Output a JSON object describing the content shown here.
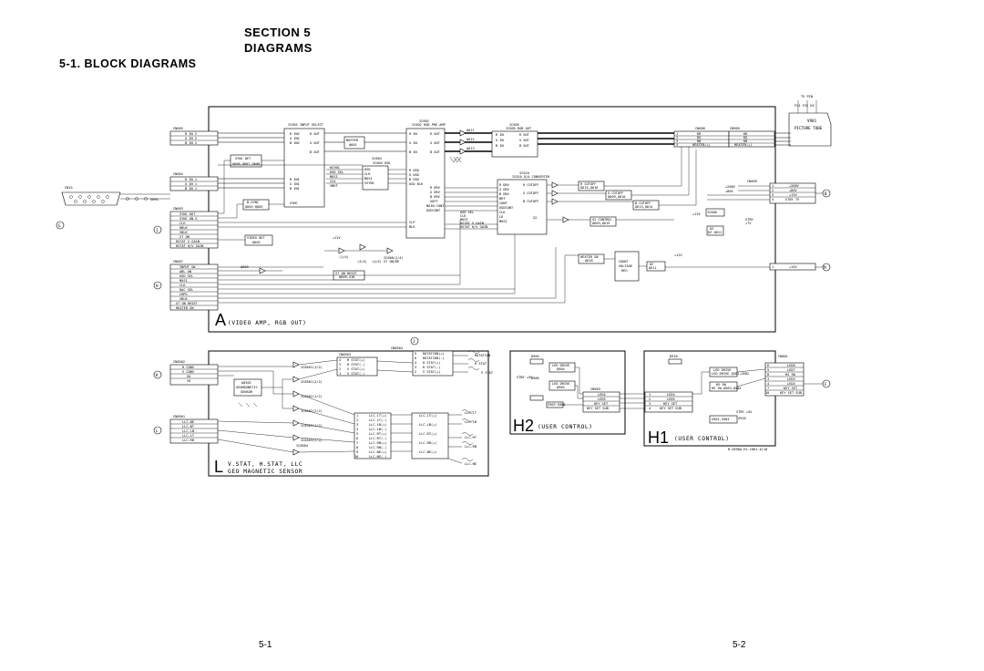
{
  "header": {
    "section": "SECTION  5",
    "title": "DIAGRAMS",
    "subtitle": "5-1.  BLOCK  DIAGRAMS"
  },
  "pages": {
    "left": "5-1",
    "right": "5-2"
  },
  "board_a": {
    "label": "A",
    "caption": "(VIDEO AMP, RGB OUT)",
    "connector_cn": "CN605",
    "cn_labels": [
      "R IN 2",
      "G IN 2",
      "B IN 2"
    ],
    "cn604_labels": [
      "R IN 1",
      "G IN 1",
      "B IN 1"
    ],
    "cn603_labels": [
      "SYNC OUT",
      "SYNC ON G",
      "CLK",
      "HBLK",
      "VBLK",
      "XT ON",
      "HSTAT V GAIN",
      "HSTAT H/V GAIN"
    ],
    "cn607_labels": [
      "INPUT SW",
      "ABL ON",
      "OSD SEL",
      "MOSI",
      "CLK",
      "DAC SEL",
      "LMPS",
      "VBLK",
      "XT ON RESET",
      "HEATER SW"
    ],
    "input_select": "IC601 INPUT SELECT",
    "rgb_preamp": "IC602 RGB PRE AMP",
    "rgb_out": "IC605 RGB OUT",
    "da_converter": "IC610 D/A CONVERTER",
    "sync_det": "SYNC DET Q606,Q607,Q608",
    "video_out": "VIDEO OUT Q602",
    "buffer": "BUFFER Q601",
    "osd": "IC604 OSD",
    "xt_on_reset": "XT ON RESET Q609,610",
    "b_sync": "B,SYNC Q601~Q603",
    "cutoff_r": "R CUTOFF Q615,Q616",
    "cutoff_g": "G CUTOFF Q609,Q610",
    "cutoff_b": "B CUTOFF Q613,Q614",
    "g2_control": "G2 CONTROL Q603,Q619",
    "heater_sw": "HEATER SW Q618",
    "const_volt_reg": "CONST VOLTAGE REG",
    "dz": "DZ Q611",
    "v_tube": "V901",
    "v_tube_name": "PICTURE TUBE",
    "tv_pin": "TV PIN",
    "hv_regs": [
      "+200V",
      "+80V",
      "+15V",
      "STBY 7V"
    ],
    "m_conn": "+15V",
    "cn_b_labels": [
      "KR",
      "KG",
      "KB",
      "HEATER(+)"
    ],
    "cn_b_pins": [
      "1",
      "2",
      "3",
      "4"
    ],
    "letters": [
      "G",
      "I",
      "H",
      "B",
      "M"
    ]
  },
  "board_l": {
    "label": "L",
    "caption": "V.STAT, H.STAT, LLC",
    "caption2": "GEO MAGNETIC SENSOR",
    "cn_top_labels": [
      "H CONV",
      "V CONV",
      "XO",
      "YO"
    ],
    "cn_bot_labels": [
      "LLC-NE",
      "LLC-NT",
      "LLC-LB",
      "LLC-LT",
      "LLC-RB"
    ],
    "sensor": "Q8501 GEOMAGNETIC SENSOR",
    "out_labels": [
      "ROTATION",
      "H STAT",
      "V STAT",
      "LLC-LT",
      "LLC-LB",
      "LLC-RT",
      "LLC-RB",
      "LLC-NE"
    ],
    "letters": [
      "J",
      "K",
      "L"
    ]
  },
  "board_h2": {
    "label": "H2",
    "caption": "(USER CONTROL)",
    "led1": "LED DRIVE Q904",
    "led2": "LED DRIVE Q905",
    "cn_labels": [
      "LED4",
      "LED5",
      "KEY SET",
      "KEY SET SUB"
    ],
    "stby": "STBY +5V"
  },
  "board_h1": {
    "label": "H1",
    "caption": "(USER CONTROL)",
    "led_drive": "LED DRIVE Q501,Q502",
    "hs_sw": "HS SW Q503,Q504",
    "cn_labels": [
      "LED6",
      "LED7",
      "HS SW",
      "LED3",
      "LED4",
      "KEY SET",
      "KEY SET SUB"
    ],
    "ref": "B-0598A-H1-1001-0/10",
    "letter": "F",
    "stby": "STBY +5V"
  }
}
